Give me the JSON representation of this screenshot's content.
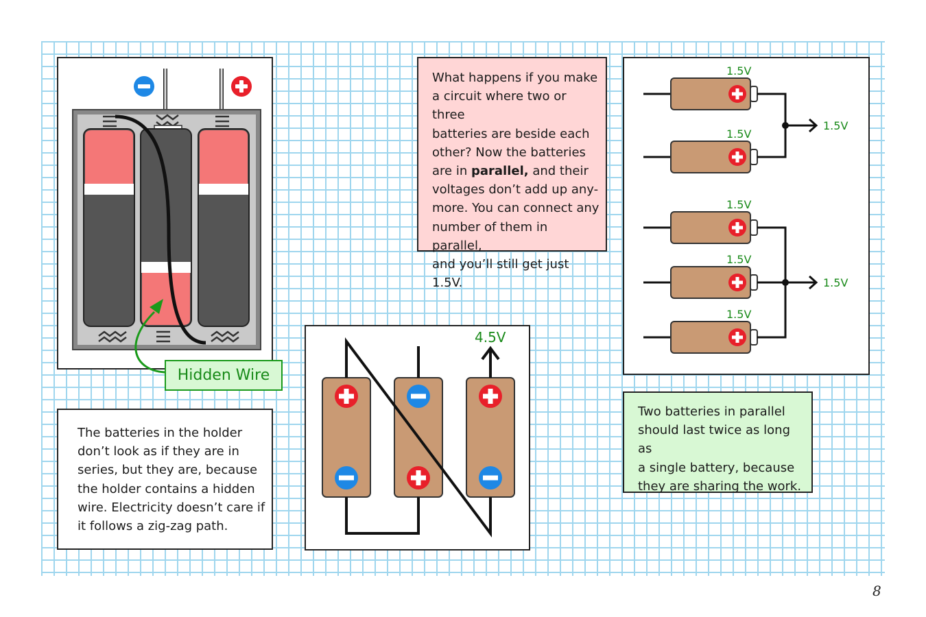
{
  "holder_panel": {
    "minus_symbol": "−",
    "plus_symbol": "+",
    "hidden_wire_label": "Hidden Wire"
  },
  "holder_text": {
    "lines": [
      "The batteries in the holder",
      "don’t look as if they are in",
      "series, but they are, because",
      "the holder contains a hidden",
      "wire. Electricity doesn’t care if",
      "it follows a zig-zag path."
    ]
  },
  "series_panel": {
    "voltage_label": "4.5V"
  },
  "parallel_text": {
    "lines_before": [
      "What happens if you make",
      "a circuit where two or three",
      "batteries are beside each",
      "other? Now the batteries",
      "are in "
    ],
    "bold_word": "parallel,",
    "after_bold": " and their",
    "lines_after": [
      "voltages don’t add up any-",
      "more. You can connect any",
      "number of them in parallel,",
      "and you’ll still get just 1.5V."
    ]
  },
  "parallel_diagram": {
    "battery_voltage": "1.5V",
    "output_voltage": "1.5V"
  },
  "green_note": {
    "lines": [
      "Two batteries in parallel",
      "should last twice as long as",
      "a single battery, because",
      "they are sharing the work."
    ]
  },
  "page_number": "8",
  "colors": {
    "grid_line": "#9fd6ee",
    "pink_panel": "#ffd6d6",
    "green_panel": "#d8f8d4",
    "battery_tan": "#c99a74",
    "battery_red": "#f47777",
    "battery_dark": "#555555",
    "plus_red": "#e8202a",
    "minus_blue": "#1e88e5",
    "label_green": "#1a8a1a"
  }
}
